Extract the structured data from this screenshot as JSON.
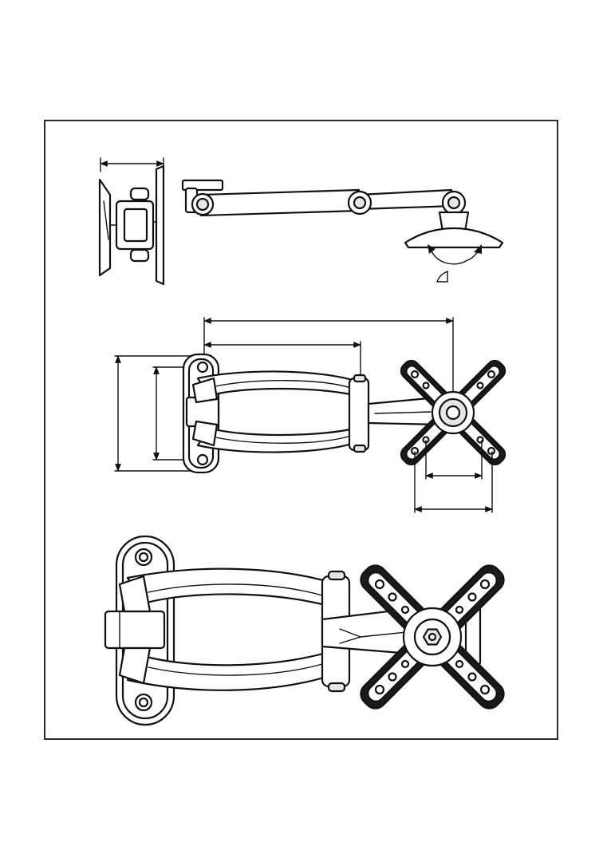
{
  "diagram": {
    "views": [
      "side-view",
      "top-view",
      "dimension-view",
      "perspective-view"
    ],
    "colors": {
      "line": "#111111",
      "shade": "#e6e6e6",
      "frame": "#2b2b2b",
      "background": "#ffffff"
    },
    "icons": [
      "tilt-angle-icon",
      "tilt-arrow-icon"
    ],
    "labels": {}
  }
}
